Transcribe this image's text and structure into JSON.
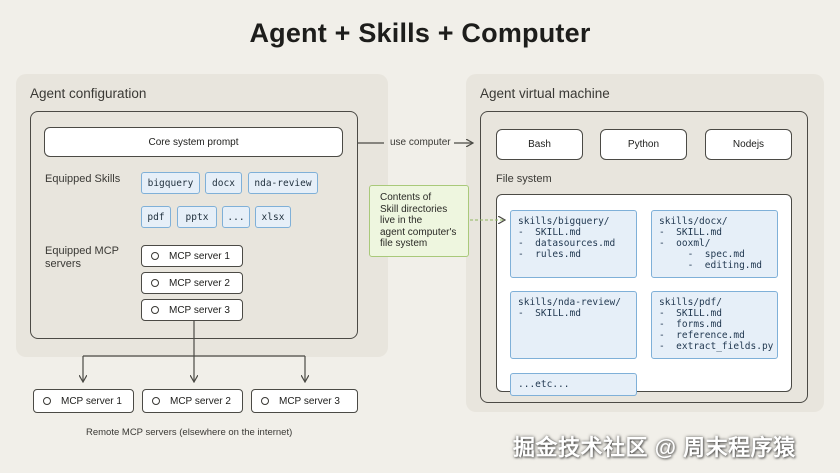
{
  "title": "Agent + Skills + Computer",
  "left": {
    "label": "Agent configuration",
    "core_prompt": "Core system prompt",
    "skills_label": "Equipped Skills",
    "skills": [
      "bigquery",
      "docx",
      "nda-review",
      "pdf",
      "pptx",
      "...",
      "xlsx"
    ],
    "mcp_label_line1": "Equipped MCP",
    "mcp_label_line2": "servers",
    "mcp_servers": [
      "MCP server 1",
      "MCP server 2",
      "MCP server 3"
    ]
  },
  "connector": {
    "use_computer": "use computer",
    "callout": "Contents of\nSkill directories\nlive in the\nagent computer's\nfile system"
  },
  "right": {
    "label": "Agent virtual machine",
    "runtimes": [
      "Bash",
      "Python",
      "Nodejs"
    ],
    "fs_label": "File system",
    "files": [
      "skills/bigquery/\n-  SKILL.md\n-  datasources.md\n-  rules.md",
      "skills/docx/\n-  SKILL.md\n-  ooxml/\n     -  spec.md\n     -  editing.md",
      "skills/nda-review/\n-  SKILL.md",
      "skills/pdf/\n-  SKILL.md\n-  forms.md\n-  reference.md\n-  extract_fields.py",
      "...etc..."
    ]
  },
  "remote": {
    "servers": [
      "MCP server 1",
      "MCP server 2",
      "MCP server 3"
    ],
    "caption": "Remote MCP servers (elsewhere on the internet)"
  },
  "watermark": "掘金技术社区 @ 周末程序猿",
  "colors": {
    "background": "#f1efe9",
    "panel": "#e8e5dd",
    "chip_fill": "#e6eff8",
    "chip_border": "#7fb0d8",
    "callout_fill": "#eef6df",
    "callout_border": "#a9c97a"
  }
}
